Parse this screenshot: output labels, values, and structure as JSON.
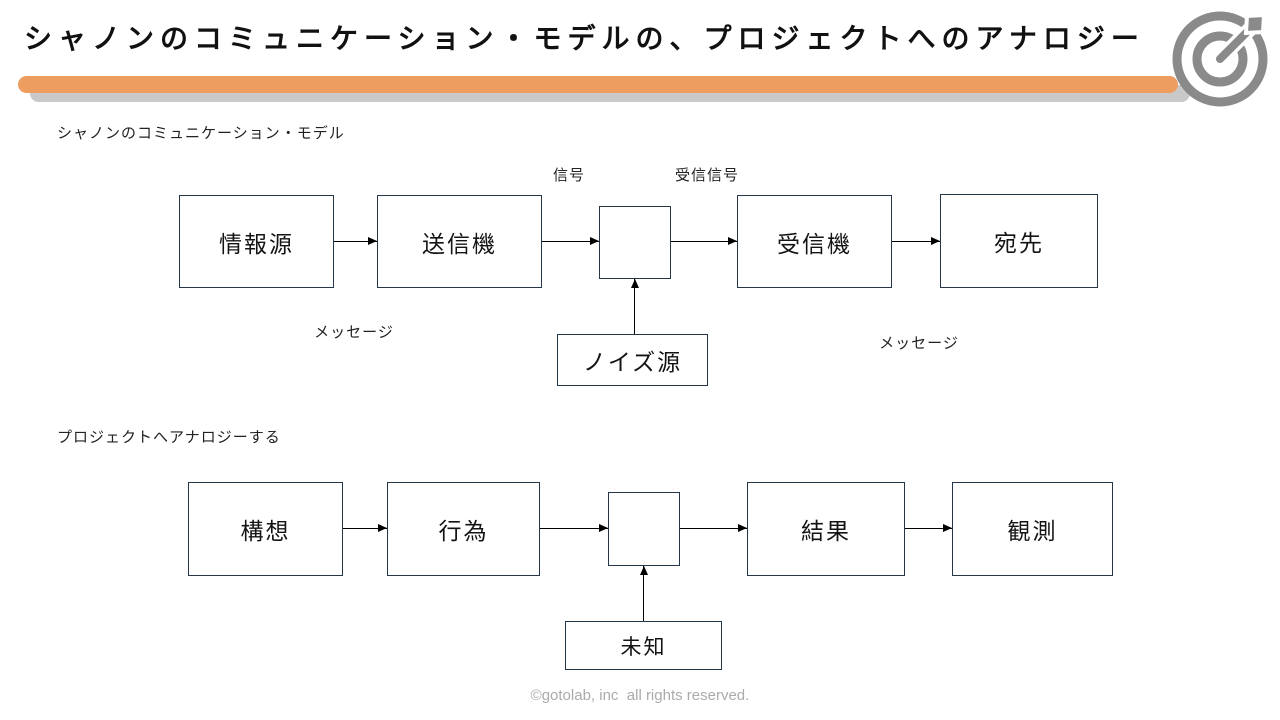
{
  "title": "シャノンのコミュニケーション・モデルの、プロジェクトへのアナロジー",
  "accent": {
    "bar_color": "#EE9D60",
    "bar_shadow_color": "#C9C9C9",
    "icon": "target-with-dart",
    "icon_color": "#8A8A8A"
  },
  "shannon": {
    "heading": "シャノンのコミュニケーション・モデル",
    "nodes": {
      "source": "情報源",
      "transmitter": "送信機",
      "channel": "",
      "receiver": "受信機",
      "destination": "宛先",
      "noise": "ノイズ源"
    },
    "labels": {
      "signal": "信号",
      "received_signal": "受信信号",
      "message_left": "メッセージ",
      "message_right": "メッセージ"
    }
  },
  "project": {
    "heading": "プロジェクトへアナロジーする",
    "nodes": {
      "concept": "構想",
      "action": "行為",
      "channel": "",
      "result": "結果",
      "observation": "観測",
      "unknown": "未知"
    }
  },
  "footer": "©gotolab, inc  all rights reserved."
}
